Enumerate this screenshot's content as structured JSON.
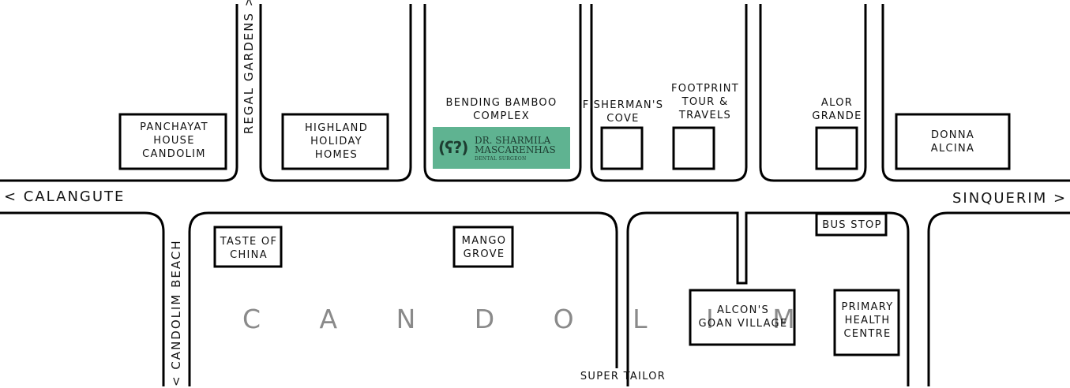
{
  "roads": {
    "main_west": "< CALANGUTE",
    "main_east": "SINQUERIM >",
    "north_lane": "REGAL GARDENS >",
    "south_lane": "< CANDOLIM BEACH"
  },
  "area": {
    "name": "C A N D O L I M"
  },
  "places": {
    "panchayat": [
      "PANCHAYAT",
      "HOUSE",
      "CANDOLIM"
    ],
    "highland": [
      "HIGHLAND",
      "HOLIDAY",
      "HOMES"
    ],
    "bending_bamboo": [
      "BENDING BAMBOO",
      "COMPLEX"
    ],
    "fishermans_cove": [
      "FISHERMAN'S",
      "COVE"
    ],
    "footprint": [
      "FOOTPRINT",
      "TOUR &",
      "TRAVELS"
    ],
    "alor_grande": [
      "ALOR",
      "GRANDE"
    ],
    "donna_alcina": [
      "DONNA",
      "ALCINA"
    ],
    "taste_of_china": [
      "TASTE OF",
      "CHINA"
    ],
    "mango_grove": [
      "MANGO",
      "GROVE"
    ],
    "bus_stop": "BUS STOP",
    "alcons": [
      "ALCON'S",
      "GOAN VILLAGE"
    ],
    "primary_health": [
      "PRIMARY",
      "HEALTH",
      "CENTRE"
    ],
    "super_tailor": "SUPER TAILOR"
  },
  "clinic": {
    "logo_icon": "tooth-icon",
    "logo_glyph": "(ʕ?)",
    "name_line1": "DR. SHARMILA",
    "name_line2": "MASCARENHAS",
    "subtitle": "DENTAL SURGEON",
    "color": "#5fb391"
  }
}
